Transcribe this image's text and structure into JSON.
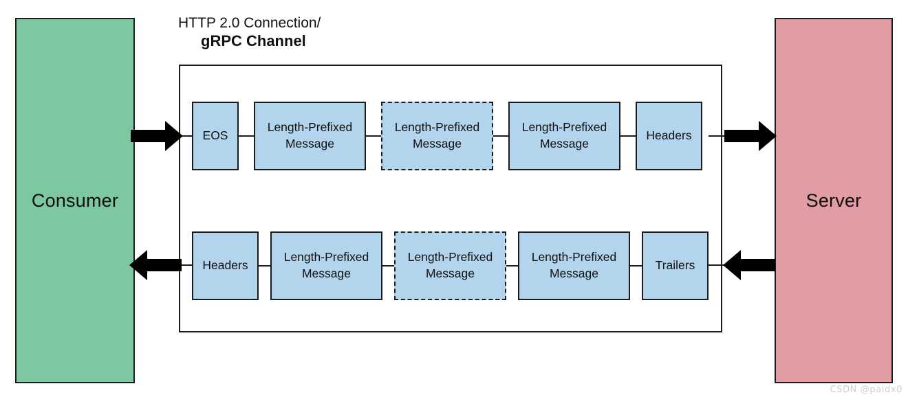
{
  "diagram": {
    "title_line1": "HTTP 2.0 Connection/",
    "title_line2": "gRPC Channel",
    "colors": {
      "consumer_fill": "#7dc8a0",
      "server_fill": "#e19ca4",
      "message_fill": "#b2d4ec",
      "stroke": "#1b1b1b"
    }
  },
  "endpoints": {
    "consumer": {
      "label": "Consumer"
    },
    "server": {
      "label": "Server"
    }
  },
  "request_row": {
    "name": "consumer-to-server-stream",
    "boxes": [
      {
        "label": "EOS",
        "style": "solid",
        "size": "narrow"
      },
      {
        "label": "Length-Prefixed Message",
        "style": "solid",
        "size": "wide"
      },
      {
        "label": "Length-Prefixed Message",
        "style": "dashed",
        "size": "wide"
      },
      {
        "label": "Length-Prefixed Message",
        "style": "solid",
        "size": "wide"
      },
      {
        "label": "Headers",
        "style": "solid",
        "size": "medium"
      }
    ]
  },
  "response_row": {
    "name": "server-to-consumer-stream",
    "boxes": [
      {
        "label": "Headers",
        "style": "solid",
        "size": "medium"
      },
      {
        "label": "Length-Prefixed Message",
        "style": "solid",
        "size": "wide"
      },
      {
        "label": "Length-Prefixed Message",
        "style": "dashed",
        "size": "wide"
      },
      {
        "label": "Length-Prefixed Message",
        "style": "solid",
        "size": "wide"
      },
      {
        "label": "Trailers",
        "style": "solid",
        "size": "medium"
      }
    ]
  },
  "arrows": [
    {
      "name": "arrow-consumer-to-channel",
      "direction": "right"
    },
    {
      "name": "arrow-channel-to-consumer",
      "direction": "left"
    },
    {
      "name": "arrow-channel-to-server",
      "direction": "right"
    },
    {
      "name": "arrow-server-to-channel",
      "direction": "left"
    }
  ],
  "watermark": {
    "text": "CSDN @paidx0"
  }
}
